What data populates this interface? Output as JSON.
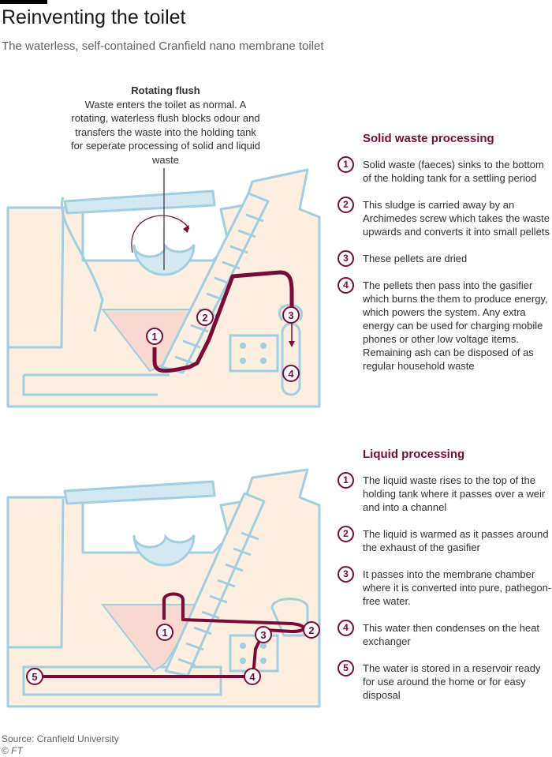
{
  "title": "Reinventing the toilet",
  "subtitle": "The waterless, self-contained Cranfield nano membrane toilet",
  "annotation": {
    "heading": "Rotating flush",
    "text": "Waste enters the toilet as normal. A rotating, waterless flush blocks odour and transfers the waste into the holding tank for seperate processing of solid and liquid waste"
  },
  "diagram_numbers": [
    "1",
    "2",
    "3",
    "4",
    "5"
  ],
  "solid": {
    "heading": "Solid waste processing",
    "steps": [
      {
        "num": "1",
        "text": "Solid waste (faeces) sinks to the bottom of the holding tank for a settling period"
      },
      {
        "num": "2",
        "text": "This sludge is carried away by an Archimedes screw which takes the waste upwards and converts it into small pellets"
      },
      {
        "num": "3",
        "text": "These pellets are dried"
      },
      {
        "num": "4",
        "text": "The pellets then pass into the gasifier which burns the them to produce energy, which powers the system. Any extra energy can be used for charging mobile phones or other low voltage items. Remaining ash can be disposed of as regular household waste"
      }
    ]
  },
  "liquid": {
    "heading": "Liquid processing",
    "steps": [
      {
        "num": "1",
        "text": "The liquid waste rises to the top of the holding tank where it passes over a weir and into a channel"
      },
      {
        "num": "2",
        "text": "The liquid is warmed as it passes around the exhaust of the gasifier"
      },
      {
        "num": "3",
        "text": "It passes into the membrane chamber where it is converted into pure, pathegon-free water."
      },
      {
        "num": "4",
        "text": "This water then condenses on the heat exchanger"
      },
      {
        "num": "5",
        "text": "The water is stored in a reservoir ready for use around the home or for easy disposal"
      }
    ]
  },
  "source": "Source: Cranfield University",
  "credit": "© FT",
  "colors": {
    "accent": "#7a0b36",
    "outline": "#9fcfe0",
    "fill": "#fdeee0",
    "bowl": "#d4e8f1",
    "tank": "#f9d9cf"
  }
}
